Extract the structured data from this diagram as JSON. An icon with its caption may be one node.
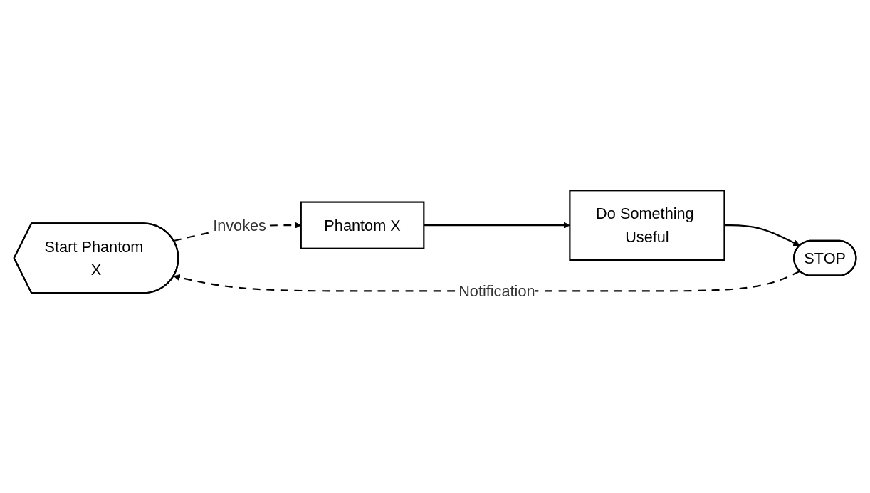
{
  "diagram": {
    "nodes": [
      {
        "text": [
          "Start Phantom X"
        ]
      },
      {
        "text": [
          "Phantom X"
        ]
      },
      {
        "text": [
          "Do Something Useful"
        ]
      },
      {
        "text": [
          "STOP"
        ]
      }
    ],
    "edges": [
      {
        "from": 0,
        "to": 1,
        "arrow": "to",
        "label": "Invokes",
        "style": "dashed"
      },
      {
        "from": 1,
        "to": 2,
        "arrow": "to"
      },
      {
        "from": 2,
        "to": 3,
        "arrow": "to"
      },
      {
        "from": 3,
        "to": 0,
        "arrow": "to",
        "label": "Notification",
        "style": "dashed"
      }
    ]
  }
}
